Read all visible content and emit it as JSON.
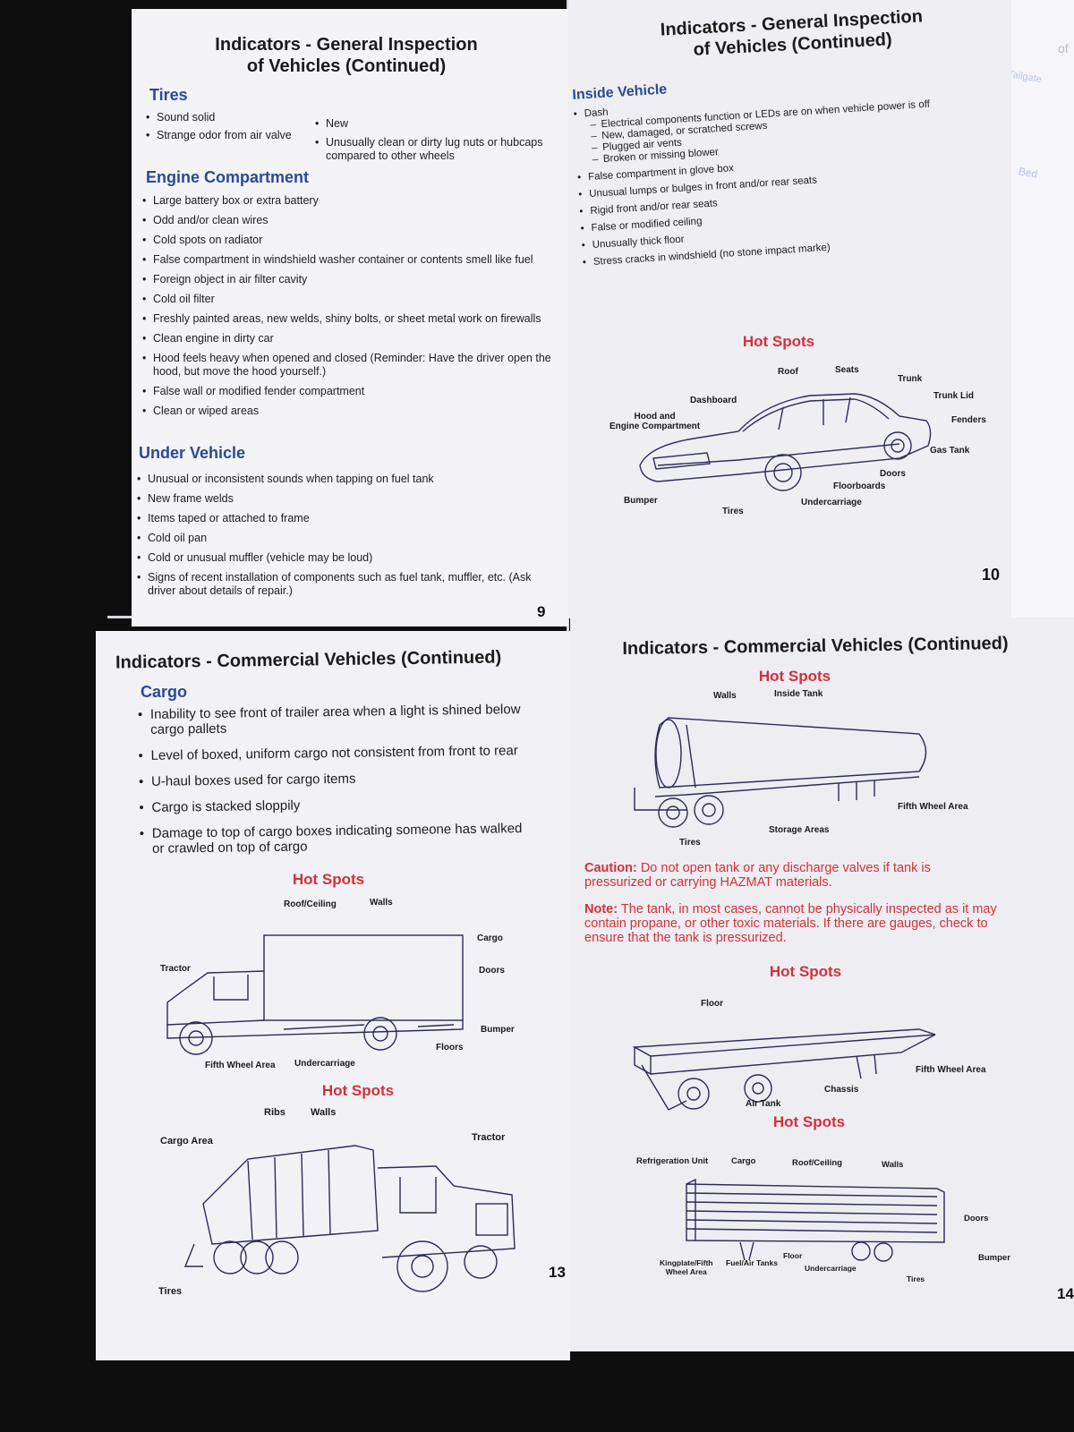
{
  "page9": {
    "title_line1": "Indicators - General Inspection",
    "title_line2": "of Vehicles (Continued)",
    "tires_heading": "Tires",
    "tires_col1": [
      "Sound solid",
      "Strange odor from air valve"
    ],
    "tires_col2": [
      "New",
      "Unusually clean or dirty lug nuts or hubcaps compared to other wheels"
    ],
    "engine_heading": "Engine Compartment",
    "engine_items": [
      "Large battery box or extra battery",
      "Odd and/or clean wires",
      "Cold spots on radiator",
      "False compartment in windshield washer container or contents smell like fuel",
      "Foreign object in air filter cavity",
      "Cold oil filter",
      "Freshly painted areas, new welds, shiny bolts, or sheet metal work on firewalls",
      "Clean engine in dirty car",
      "Hood feels heavy when opened and closed (Reminder: Have the driver open the hood, but move the hood yourself.)",
      "False wall or modified fender compartment",
      "Clean or wiped areas"
    ],
    "under_heading": "Under Vehicle",
    "under_items": [
      "Unusual or inconsistent sounds when tapping on fuel tank",
      "New frame welds",
      "Items taped or attached to frame",
      "Cold oil pan",
      "Cold or unusual muffler (vehicle may be loud)",
      "Signs of recent installation of components such as fuel tank, muffler, etc. (Ask driver about details of repair.)"
    ],
    "page_number": "9"
  },
  "page10": {
    "title_line1": "Indicators - General Inspection",
    "title_line2": "of Vehicles (Continued)",
    "inside_heading": "Inside Vehicle",
    "dash_label": "Dash",
    "dash_sub": [
      "Electrical components function or LEDs are on when vehicle power is off",
      "New, damaged, or scratched screws",
      "Plugged air vents",
      "Broken or missing blower"
    ],
    "inside_items": [
      "False compartment in glove box",
      "Unusual lumps or bulges in front and/or rear seats",
      "Rigid front and/or rear seats",
      "False or modified ceiling",
      "Unusually thick floor",
      "Stress cracks in windshield (no stone impact marke)"
    ],
    "hot_spots": "Hot Spots",
    "car_labels": {
      "roof": "Roof",
      "seats": "Seats",
      "trunk": "Trunk",
      "trunk_lid": "Trunk Lid",
      "dashboard": "Dashboard",
      "hood": "Hood and",
      "hood2": "Engine Compartment",
      "fenders": "Fenders",
      "gas_tank": "Gas Tank",
      "doors": "Doors",
      "floorboards": "Floorboards",
      "undercarriage": "Undercarriage",
      "bumper": "Bumper",
      "tires": "Tires"
    },
    "page_number": "10"
  },
  "page13": {
    "title": "Indicators - Commercial Vehicles (Continued)",
    "cargo_heading": "Cargo",
    "cargo_items": [
      "Inability to see front of trailer area when a light is shined below cargo pallets",
      "Level of boxed, uniform cargo not consistent from front to rear",
      "U-haul boxes used for cargo items",
      "Cargo is stacked sloppily",
      "Damage to top of cargo boxes indicating someone has walked or crawled on top of cargo"
    ],
    "hot_spots_1": "Hot Spots",
    "box_truck_labels": {
      "roof": "Roof/Ceiling",
      "walls": "Walls",
      "cargo": "Cargo",
      "tractor": "Tractor",
      "doors": "Doors",
      "bumper": "Bumper",
      "floors": "Floors",
      "fifth_wheel": "Fifth Wheel Area",
      "undercarriage": "Undercarriage"
    },
    "hot_spots_2": "Hot Spots",
    "garbage_labels": {
      "ribs": "Ribs",
      "walls": "Walls",
      "cargo_area": "Cargo Area",
      "tractor": "Tractor",
      "tires": "Tires"
    },
    "page_number": "13"
  },
  "page14": {
    "title": "Indicators - Commercial Vehicles (Continued)",
    "hot_spots_1": "Hot Spots",
    "tanker_labels": {
      "walls": "Walls",
      "inside_tank": "Inside Tank",
      "fifth_wheel": "Fifth Wheel Area",
      "storage": "Storage Areas",
      "tires": "Tires"
    },
    "caution_label": "Caution:",
    "caution_text": "Do not open tank or any discharge valves if tank is pressurized or carrying HAZMAT materials.",
    "note_label": "Note:",
    "note_text": "The tank, in most cases, cannot be physically inspected as it may contain propane, or other toxic materials.  If there are gauges, check to ensure that the tank is pressurized.",
    "hot_spots_2": "Hot Spots",
    "flatbed_labels": {
      "floor": "Floor",
      "fifth_wheel": "Fifth Wheel Area",
      "chassis": "Chassis",
      "air_tank": "Air Tank"
    },
    "hot_spots_3": "Hot Spots",
    "reefer_labels": {
      "refrigeration": "Refrigeration Unit",
      "cargo": "Cargo",
      "roof": "Roof/Ceiling",
      "walls": "Walls",
      "doors": "Doors",
      "bumper": "Bumper",
      "kingpin": "Kingplate/Fifth",
      "kingpin2": "Wheel Area",
      "fuel_air": "Fuel/Air Tanks",
      "floor": "Floor",
      "undercarriage": "Undercarriage",
      "tires": "Tires"
    },
    "page_number": "14"
  },
  "page11_fragment": {
    "of": "of",
    "tailgate": "Tailgate",
    "bed": "Bed"
  }
}
